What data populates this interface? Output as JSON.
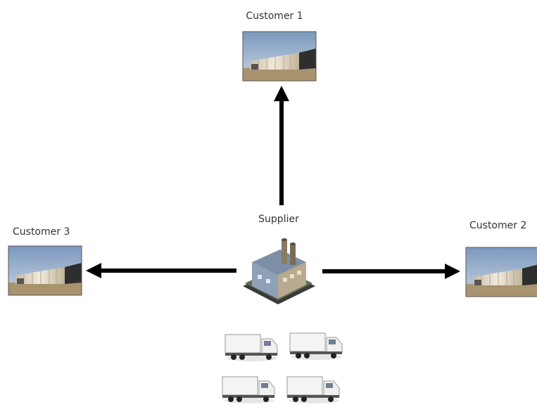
{
  "supplier": {
    "label": "Supplier",
    "icon": "factory-icon"
  },
  "customers": [
    {
      "label": "Customer 1",
      "icon": "warehouse-icon"
    },
    {
      "label": "Customer 2",
      "icon": "warehouse-icon"
    },
    {
      "label": "Customer 3",
      "icon": "warehouse-icon"
    }
  ],
  "fleet": {
    "icon": "truck-icon",
    "count": 4
  },
  "colors": {
    "arrow": "#000000",
    "text": "#333333",
    "sky": "#8fa9c8",
    "building": "#e6dcc9",
    "ground": "#a9936f"
  }
}
